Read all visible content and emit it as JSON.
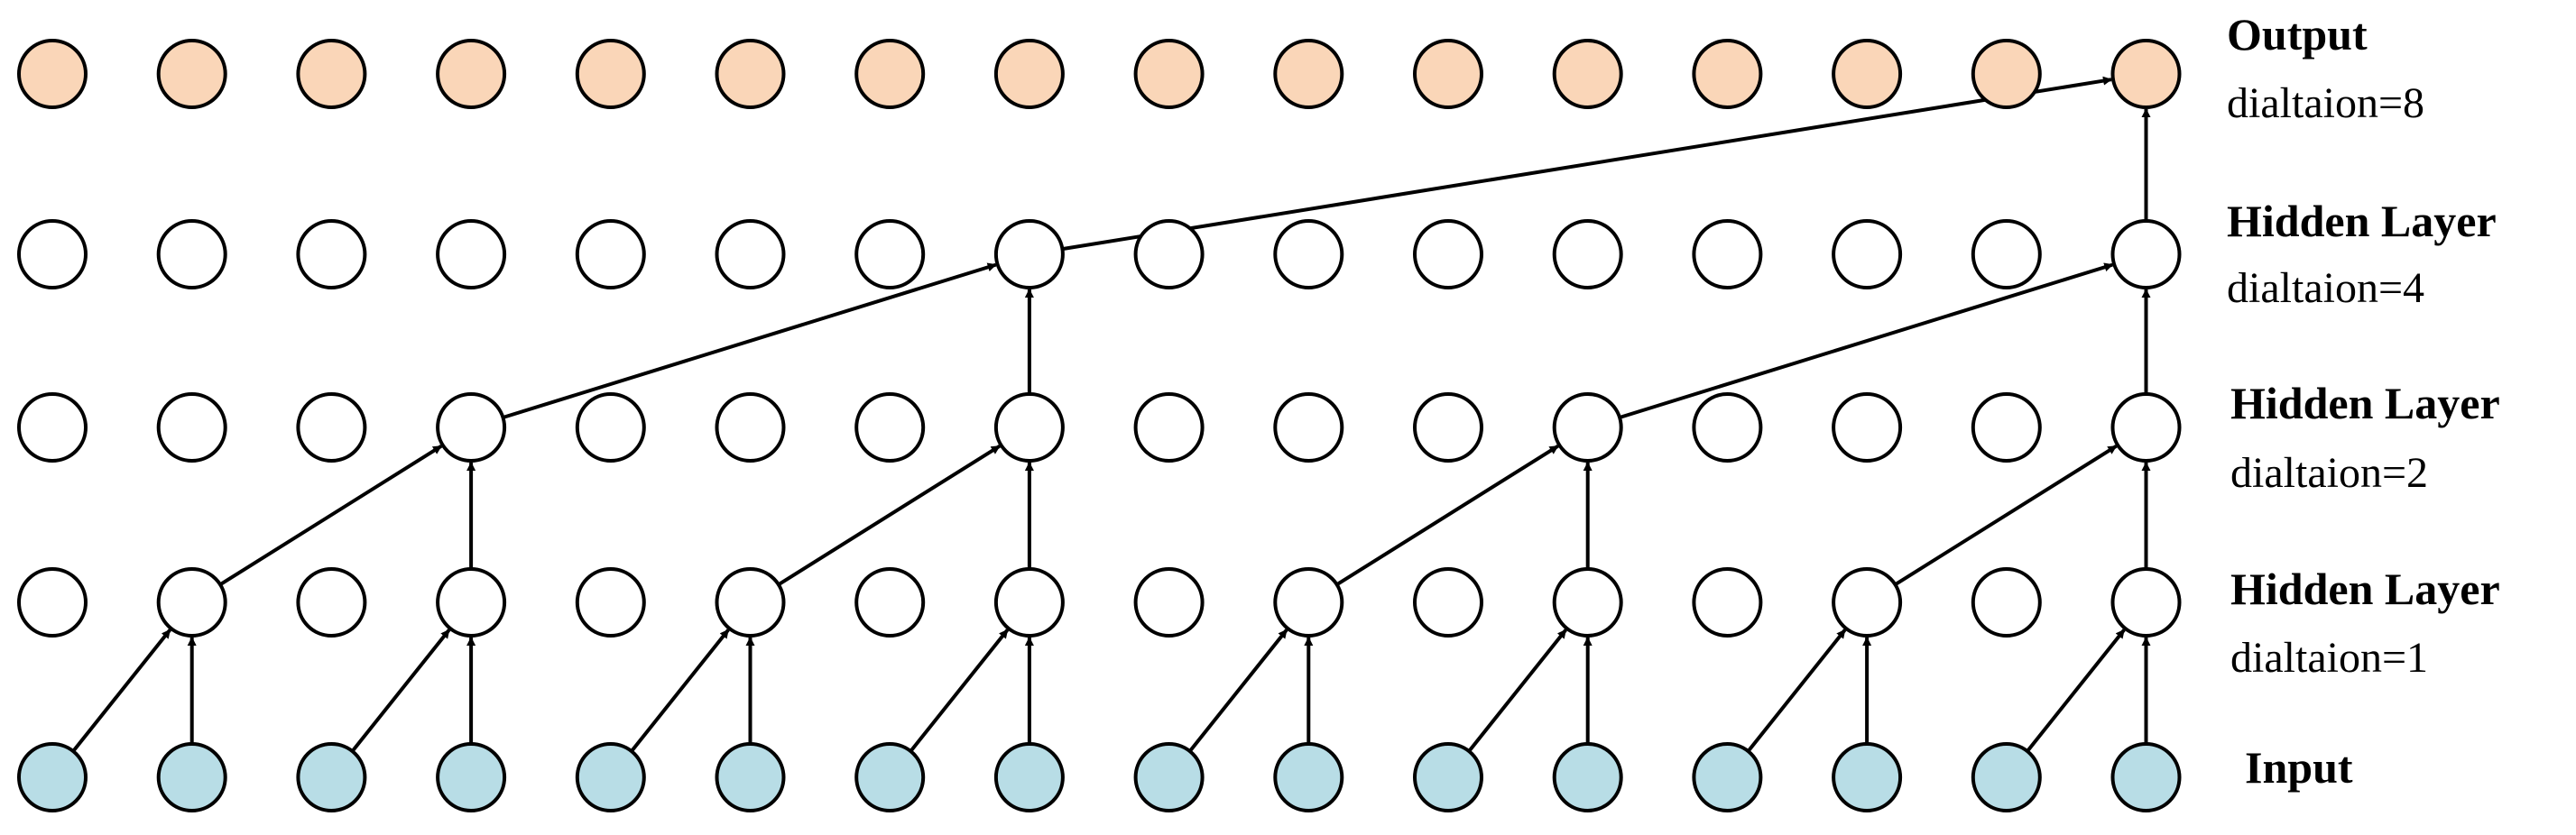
{
  "nodes_per_layer": 16,
  "colors": {
    "output_fill": "#fad6b8",
    "hidden_fill": "#ffffff",
    "input_fill": "#b8dde6",
    "stroke": "#000000"
  },
  "layers": [
    {
      "id": "output",
      "name": "Output",
      "sub": "dialtaion=8",
      "fill": "output"
    },
    {
      "id": "hidden3",
      "name": "Hidden Layer",
      "sub": "dialtaion=4",
      "fill": "hidden"
    },
    {
      "id": "hidden2",
      "name": "Hidden Layer",
      "sub": "dialtaion=2",
      "fill": "hidden"
    },
    {
      "id": "hidden1",
      "name": "Hidden Layer",
      "sub": "dialtaion=1",
      "fill": "hidden"
    },
    {
      "id": "input",
      "name": "Input",
      "sub": "",
      "fill": "input"
    }
  ],
  "connections": [
    {
      "from_layer": 4,
      "to_layer": 3,
      "dilation": 1,
      "targets": [
        1,
        3,
        5,
        7,
        9,
        11,
        13,
        15
      ]
    },
    {
      "from_layer": 3,
      "to_layer": 2,
      "dilation": 2,
      "targets": [
        3,
        7,
        11,
        15
      ]
    },
    {
      "from_layer": 2,
      "to_layer": 1,
      "dilation": 4,
      "targets": [
        7,
        15
      ]
    },
    {
      "from_layer": 1,
      "to_layer": 0,
      "dilation": 8,
      "targets": [
        15
      ]
    }
  ]
}
